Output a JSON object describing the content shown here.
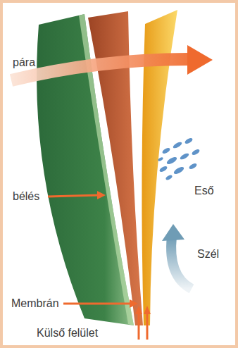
{
  "diagram": {
    "labels": [
      "pára",
      "bélés",
      "Eső",
      "Szél",
      "Membrán",
      "Külső felület"
    ]
  }
}
